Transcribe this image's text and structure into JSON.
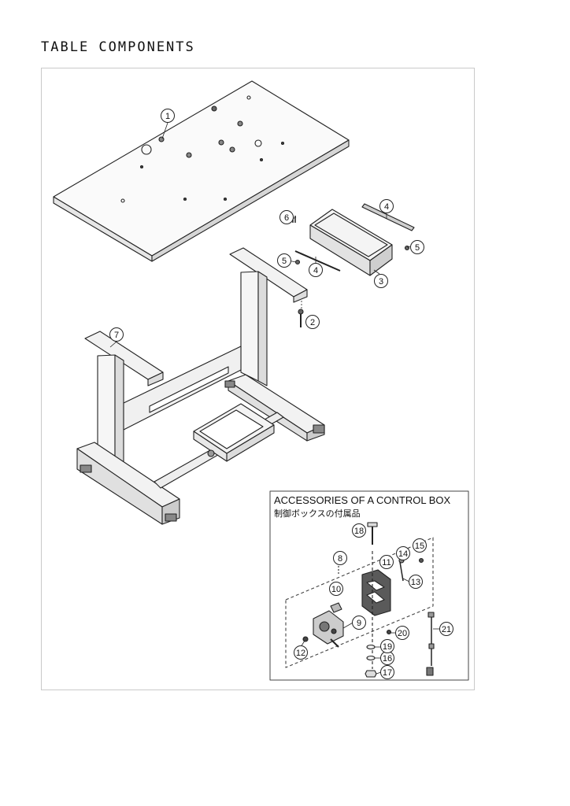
{
  "page": {
    "title": "TABLE COMPONENTS"
  },
  "accessories": {
    "title": "ACCESSORIES OF A CONTROL BOX",
    "subtitle": "制御ボックスの付属品"
  },
  "callouts": {
    "c1": "1",
    "c2": "2",
    "c3": "3",
    "c4a": "4",
    "c4b": "4",
    "c5a": "5",
    "c5b": "5",
    "c6": "6",
    "c7": "7",
    "c8": "8",
    "c9": "9",
    "c10": "10",
    "c11": "11",
    "c12": "12",
    "c13": "13",
    "c14": "14",
    "c15": "15",
    "c16": "16",
    "c17": "17",
    "c18": "18",
    "c19": "19",
    "c20": "20",
    "c21": "21"
  }
}
